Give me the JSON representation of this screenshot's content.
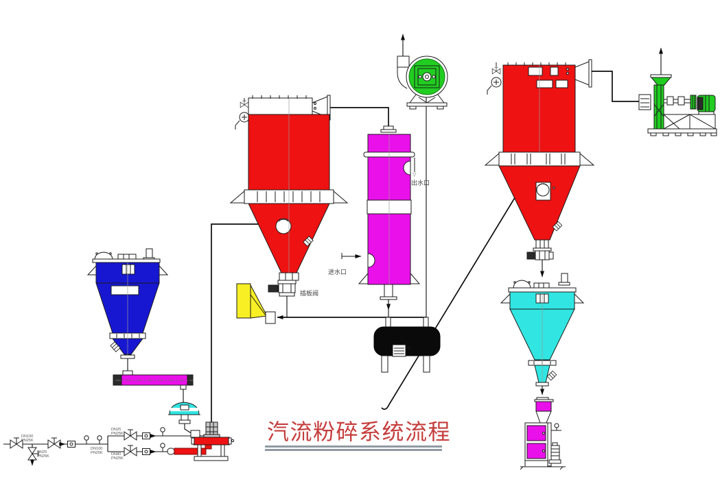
{
  "title": {
    "text": "汽流粉碎系统流程"
  },
  "colors": {
    "red": "#ee1212",
    "blue": "#1717d2",
    "magenta": "#ea10ea",
    "cyan": "#31e6e2",
    "green": "#21cd21",
    "yellow": "#f8ef25",
    "title": "#c53d3d",
    "underline": "#8f99a2"
  },
  "labels": {
    "water_outlet": "出水口",
    "water_inlet": "进水口",
    "slide_gate_valve": "插板阀",
    "down_mark": "▽"
  },
  "pipe_specs": [
    {
      "size": "DN100",
      "rating": "PN25K"
    },
    {
      "size": "DN25",
      "rating": "PN25K"
    },
    {
      "size": "DN100",
      "rating": "PN25K"
    },
    {
      "size": "DN25",
      "rating": "PN25K"
    },
    {
      "size": "DN80",
      "rating": "PN25K"
    }
  ]
}
